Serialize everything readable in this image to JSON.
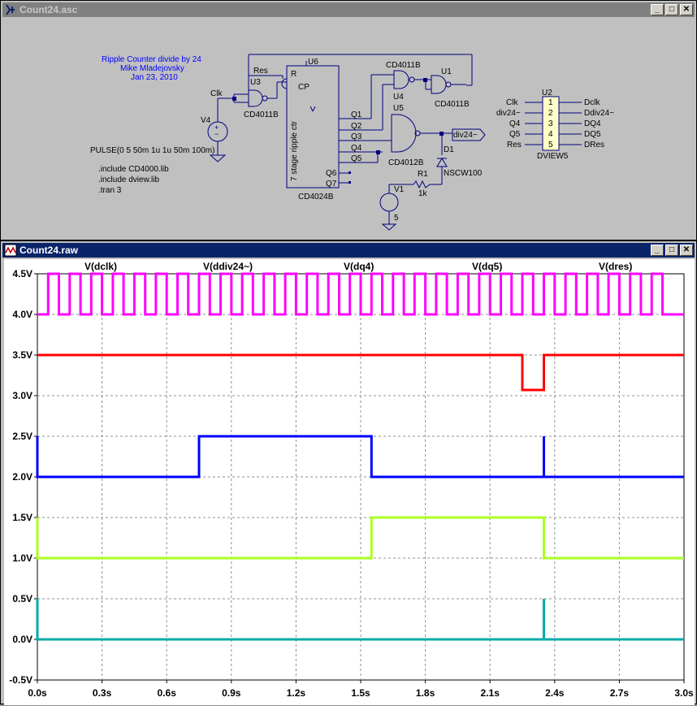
{
  "schematic_window": {
    "title": "Count24.asc",
    "annotation": {
      "line1": "Ripple Counter divide by 24",
      "line2": "Mike Mladejovsky",
      "line3": "Jan 23, 2010"
    },
    "directives": {
      "pulse": "PULSE(0 5 50m 1u 1u 50m 100m)",
      "include1": ".include CD4000.lib",
      "include2": ".include dview.lib",
      "tran": ".tran 3"
    },
    "labels": {
      "clk": "Clk",
      "res": "Res",
      "r_pin": "R",
      "cp_pin": "CP",
      "u3": "U3",
      "u3_part": "CD4011B",
      "u6": "U6",
      "ripple": "7 stage ripple ctr",
      "u6_part": "CD4024B",
      "q1": "Q1",
      "q2": "Q2",
      "q3": "Q3",
      "q4": "Q4",
      "q5": "Q5",
      "q6": "Q6",
      "q7": "Q7",
      "u4_part_top": "CD4011B",
      "u4": "U4",
      "u1": "U1",
      "u1_part": "CD4011B",
      "u5": "U5",
      "u5_part": "CD4012B",
      "div24": "div24~",
      "d1": "D1",
      "d1_part": "NSCW100",
      "r1": "R1",
      "r1_value": "1k",
      "v1": "V1",
      "v1_value": "5",
      "v4": "V4",
      "u2": "U2",
      "u2_part": "DVIEW5",
      "dv_in1": "Clk",
      "dv_in2": "div24~",
      "dv_in3": "Q4",
      "dv_in4": "Q5",
      "dv_in5": "Res",
      "dv_n1": "1",
      "dv_n2": "2",
      "dv_n3": "3",
      "dv_n4": "4",
      "dv_n5": "5",
      "dv_out1": "Dclk",
      "dv_out2": "Ddiv24~",
      "dv_out3": "DQ4",
      "dv_out4": "DQ5",
      "dv_out5": "DRes"
    }
  },
  "waveform_window": {
    "title": "Count24.raw",
    "colors": {
      "dclk": "#ff00ff",
      "ddiv24": "#ff0000",
      "dq4": "#0000ff",
      "dq5": "#aaff22",
      "dres": "#00aaaa",
      "grid": "#909090"
    },
    "traces": {
      "dclk": "V(dclk)",
      "ddiv24": "V(ddiv24~)",
      "dq4": "V(dq4)",
      "dq5": "V(dq5)",
      "dres": "V(dres)"
    },
    "y_ticks": [
      "4.5V",
      "4.0V",
      "3.5V",
      "3.0V",
      "2.5V",
      "2.0V",
      "1.5V",
      "1.0V",
      "0.5V",
      "0.0V",
      "-0.5V"
    ],
    "x_ticks": [
      "0.0s",
      "0.3s",
      "0.6s",
      "0.9s",
      "1.2s",
      "1.5s",
      "1.8s",
      "2.1s",
      "2.4s",
      "2.7s",
      "3.0s"
    ]
  },
  "chart_data": {
    "type": "line",
    "xlim": [
      0,
      3.0
    ],
    "ylim": [
      -0.5,
      4.5
    ],
    "x_unit": "s",
    "y_unit": "V",
    "grid": true,
    "clock": {
      "high": 4.5,
      "low": 4.0,
      "period": 0.1,
      "first_rise": 0.05,
      "pulses": 29
    },
    "series": [
      {
        "name": "V(dclk)",
        "note": "square wave, see clock",
        "points": []
      },
      {
        "name": "V(ddiv24~)",
        "points": [
          [
            0,
            3.5
          ],
          [
            2.25,
            3.5
          ],
          [
            2.25,
            3.07
          ],
          [
            2.35,
            3.07
          ],
          [
            2.35,
            3.5
          ],
          [
            3.0,
            3.5
          ]
        ]
      },
      {
        "name": "V(dq4)",
        "points": [
          [
            0,
            2.5
          ],
          [
            0.0,
            2.0
          ],
          [
            0.75,
            2.0
          ],
          [
            0.75,
            2.5
          ],
          [
            1.55,
            2.5
          ],
          [
            1.55,
            2.0
          ],
          [
            2.35,
            2.0
          ],
          [
            2.35,
            2.5
          ],
          [
            2.35,
            2.0
          ],
          [
            3.0,
            2.0
          ]
        ]
      },
      {
        "name": "V(dq5)",
        "points": [
          [
            0,
            1.5
          ],
          [
            0.0,
            1.0
          ],
          [
            1.55,
            1.0
          ],
          [
            1.55,
            1.5
          ],
          [
            2.35,
            1.5
          ],
          [
            2.35,
            1.0
          ],
          [
            3.0,
            1.0
          ]
        ]
      },
      {
        "name": "V(dres)",
        "points": [
          [
            0,
            0.5
          ],
          [
            0.0,
            0.0
          ],
          [
            2.35,
            0.0
          ],
          [
            2.35,
            0.5
          ],
          [
            2.35,
            0.0
          ],
          [
            3.0,
            0.0
          ]
        ]
      }
    ]
  }
}
